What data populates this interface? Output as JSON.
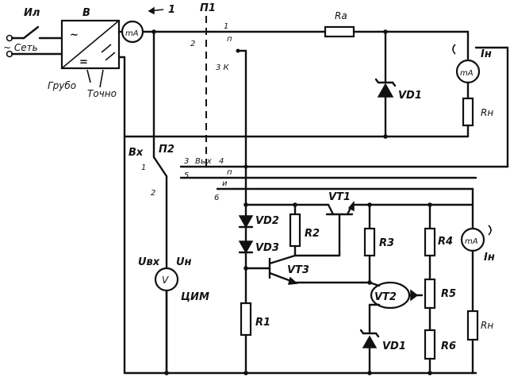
{
  "labels": {
    "switch_main": "Ил",
    "mains": "~ Сеть",
    "block_b": "В",
    "coarse": "Грубо",
    "fine": "Точно",
    "meter1": "mA",
    "arrow_1": "1",
    "p1": "П1",
    "p1_t1": "1",
    "p1_t2": "2",
    "p1_tp": "п",
    "p1_t3k": "3 К",
    "ra": "Rа",
    "vd1_top": "VD1",
    "meter_top": "mA",
    "i_load_top": "Iн",
    "rn_top": "Rн",
    "vx": "Вх",
    "p2": "П2",
    "p2_t1": "1",
    "p2_t2": "2",
    "p2_3": "3",
    "vyx": "Вых",
    "p2_4": "4",
    "p2_5": "5",
    "p2_p": "п",
    "p2_6": "6",
    "p2_u": "и",
    "vd2": "VD2",
    "vd3": "VD3",
    "r2": "R2",
    "vt1": "VT1",
    "vt3": "VT3",
    "r3": "R3",
    "r4": "R4",
    "meter_bot": "mA",
    "i_load_bot": "Iн",
    "u_in": "Uвх",
    "u_n": "Uн",
    "volt": "V",
    "cim": "ЦИМ",
    "vt2": "VT2",
    "r5": "R5",
    "r1": "R1",
    "vd1_bot": "VD1",
    "r6": "R6",
    "rn_bot": "Rн"
  }
}
